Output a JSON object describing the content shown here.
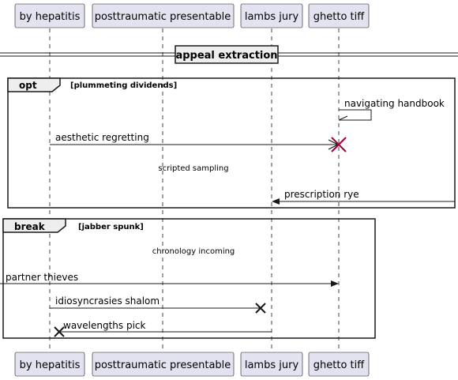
{
  "participants": [
    {
      "id": "p1",
      "name": "by hepatitis"
    },
    {
      "id": "p2",
      "name": "posttraumatic presentable"
    },
    {
      "id": "p3",
      "name": "lambs jury"
    },
    {
      "id": "p4",
      "name": "ghetto tiff"
    }
  ],
  "divider": {
    "label": "appeal extraction"
  },
  "fragments": [
    {
      "id": "opt",
      "kind": "opt",
      "condition": "[plummeting dividends]"
    },
    {
      "id": "break",
      "kind": "break",
      "condition": "[jabber spunk]"
    }
  ],
  "notes": [
    {
      "id": "note1",
      "text": "scripted sampling"
    },
    {
      "id": "note2",
      "text": "chronology incoming"
    }
  ],
  "messages": [
    {
      "id": "m1",
      "from": "ghetto tiff",
      "to": "ghetto tiff",
      "label": "navigating handbook",
      "end": "open"
    },
    {
      "id": "m2",
      "from": "by hepatitis",
      "to": "ghetto tiff",
      "label": "aesthetic regretting",
      "end": "destroy"
    },
    {
      "id": "m3",
      "from": "(right edge)",
      "to": "lambs jury",
      "label": "prescription rye",
      "end": "arrow"
    },
    {
      "id": "m4",
      "from": "(left edge)",
      "to": "ghetto tiff",
      "label": "partner thieves",
      "end": "arrow"
    },
    {
      "id": "m5",
      "from": "by hepatitis",
      "to": "lambs jury",
      "label": "idiosyncrasies shalom",
      "end": "lost"
    },
    {
      "id": "m6",
      "from": "lambs jury",
      "to": "by hepatitis",
      "label": "wavelengths pick",
      "end": "lost"
    }
  ],
  "colors": {
    "participant_fill": "#e2e2f0",
    "participant_border": "#181818",
    "lifeline": "#181818",
    "destroy_mark": "#a80036",
    "note_dots": "#a80036"
  }
}
